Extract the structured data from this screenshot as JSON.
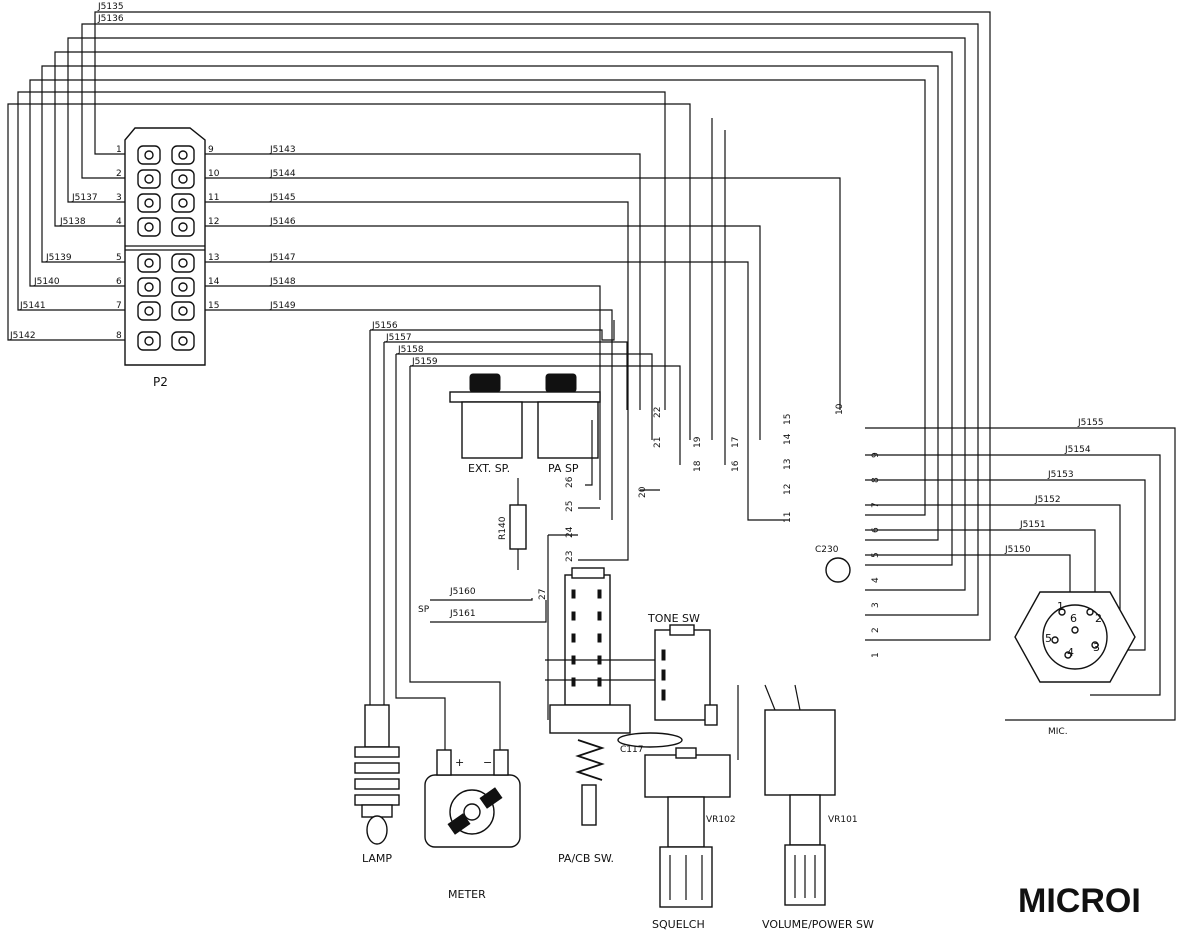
{
  "diagram": {
    "connector": {
      "name": "P2",
      "left_pins": [
        "1",
        "2",
        "3",
        "4",
        "5",
        "6",
        "7",
        "8"
      ],
      "right_pins": [
        "9",
        "10",
        "11",
        "12",
        "13",
        "14",
        "15"
      ],
      "left_labels": [
        "J5137",
        "J5138",
        "J5139",
        "J5140",
        "J5141",
        "J5142"
      ],
      "right_labels": [
        "J5143",
        "J5144",
        "J5145",
        "J5146",
        "J5147",
        "J5148",
        "J5149"
      ],
      "top_labels": [
        "J5135",
        "J5136"
      ]
    },
    "components": {
      "ext_sp": "EXT. SP.",
      "pa_sp": "PA SP",
      "r140": "R140",
      "c230": "C230",
      "tone_sw": "TONE SW",
      "c117": "C117",
      "vr102": "VR102",
      "vr101": "VR101",
      "lamp": "LAMP",
      "meter": "METER",
      "pa_cb_sw": "PA/CB SW.",
      "squelch": "SQUELCH",
      "volume_power_sw": "VOLUME/POWER SW",
      "mic": "MIC.",
      "sp": "SP",
      "plus": "+",
      "minus": "−"
    },
    "mid_labels": [
      "J5156",
      "J5157",
      "J5158",
      "J5159"
    ],
    "sp_labels": [
      "J5160",
      "J5161"
    ],
    "mic_labels": [
      "J5155",
      "J5154",
      "J5153",
      "J5152",
      "J5151",
      "J5150"
    ],
    "terminal_numbers": [
      "10",
      "15",
      "14",
      "13",
      "12",
      "11",
      "9",
      "8",
      "7",
      "6",
      "5",
      "4",
      "3",
      "2",
      "1",
      "22",
      "21",
      "20",
      "19",
      "18",
      "17",
      "16",
      "26",
      "25",
      "24",
      "23",
      "27"
    ],
    "mic_pins": [
      "1",
      "2",
      "3",
      "4",
      "5",
      "6"
    ],
    "title_fragment": "MICROI"
  }
}
